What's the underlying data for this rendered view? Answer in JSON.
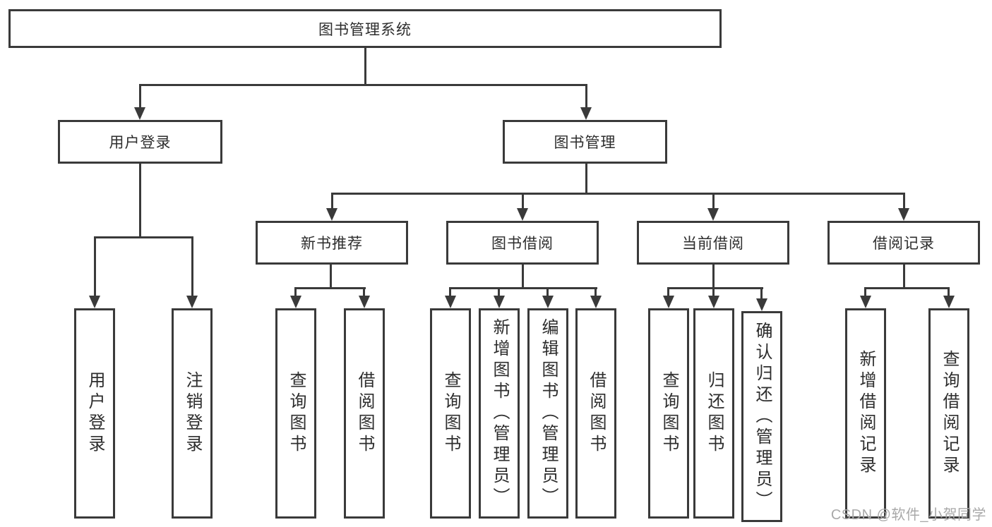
{
  "colors": {
    "line": "#3a3a3a",
    "text": "#2d2d2d",
    "watermark": "#a9a9a9",
    "background": "#ffffff"
  },
  "watermark": "CSDN @软件_小贺同学",
  "tree": {
    "label": "图书管理系统",
    "children": [
      {
        "label": "用户登录",
        "children": [
          {
            "label": "用户登录"
          },
          {
            "label": "注销登录"
          }
        ]
      },
      {
        "label": "图书管理",
        "children": [
          {
            "label": "新书推荐",
            "children": [
              {
                "label": "查询图书"
              },
              {
                "label": "借阅图书"
              }
            ]
          },
          {
            "label": "图书借阅",
            "children": [
              {
                "label": "查询图书"
              },
              {
                "label": "新增图书（管理员）"
              },
              {
                "label": "编辑图书（管理员）"
              },
              {
                "label": "借阅图书"
              }
            ]
          },
          {
            "label": "当前借阅",
            "children": [
              {
                "label": "查询图书"
              },
              {
                "label": "归还图书"
              },
              {
                "label": "确认归还（管理员）"
              }
            ]
          },
          {
            "label": "借阅记录",
            "children": [
              {
                "label": "新增借阅记录"
              },
              {
                "label": "查询借阅记录"
              }
            ]
          }
        ]
      }
    ]
  }
}
